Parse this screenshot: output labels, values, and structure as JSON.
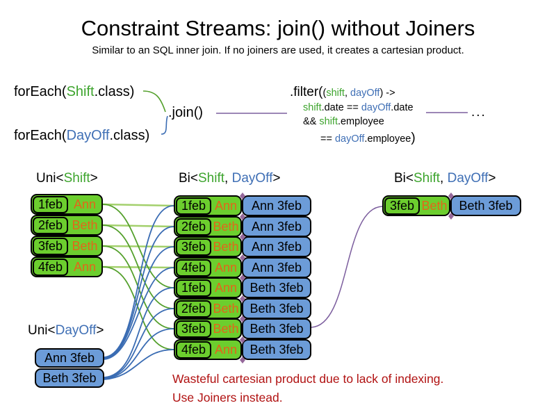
{
  "slide": {
    "title": "Constraint Streams: join() without Joiners",
    "subtitle": "Similar to an SQL inner join. If no joiners are used, it creates a cartesian product.",
    "note_line1": "Wasteful cartesian product due to lack of indexing.",
    "note_line2": "Use Joiners instead."
  },
  "code": {
    "foreach_shift": [
      "forEach(",
      "Shift",
      ".class)"
    ],
    "foreach_dayoff": [
      "forEach(",
      "DayOff",
      ".class)"
    ],
    "join": ".join()",
    "filter_line1": [
      ".filter(",
      "(",
      "shift",
      ", ",
      "dayOff",
      ") ->"
    ],
    "filter_line2": [
      "shift",
      ".date == ",
      "dayOff",
      ".date"
    ],
    "filter_line3": [
      "&& ",
      "shift",
      ".employee"
    ],
    "filter_line4": [
      "== ",
      "dayOff",
      ".employee",
      ")"
    ],
    "ellipsis": "..."
  },
  "labels": {
    "uni_shift": [
      "Uni<",
      "Shift",
      ">"
    ],
    "bi_mid": [
      "Bi<",
      "Shift",
      ", ",
      "DayOff",
      ">"
    ],
    "bi_right": [
      "Bi<",
      "Shift",
      ", ",
      "DayOff",
      ">"
    ],
    "uni_dayoff": [
      "Uni<",
      "DayOff",
      ">"
    ]
  },
  "diagram": {
    "shift_rows": [
      {
        "date": "1feb",
        "name": "Ann"
      },
      {
        "date": "2feb",
        "name": "Beth"
      },
      {
        "date": "3feb",
        "name": "Beth"
      },
      {
        "date": "4feb",
        "name": "Ann"
      }
    ],
    "pair_rows": [
      {
        "date": "1feb",
        "name": "Ann",
        "dayoff": "Ann 3feb"
      },
      {
        "date": "2feb",
        "name": "Beth",
        "dayoff": "Ann 3feb"
      },
      {
        "date": "3feb",
        "name": "Beth",
        "dayoff": "Ann 3feb"
      },
      {
        "date": "4feb",
        "name": "Ann",
        "dayoff": "Ann 3feb"
      },
      {
        "date": "1feb",
        "name": "Ann",
        "dayoff": "Beth 3feb"
      },
      {
        "date": "2feb",
        "name": "Beth",
        "dayoff": "Beth 3feb"
      },
      {
        "date": "3feb",
        "name": "Beth",
        "dayoff": "Beth 3feb"
      },
      {
        "date": "4feb",
        "name": "Ann",
        "dayoff": "Beth 3feb"
      }
    ],
    "dayoff_rows": [
      {
        "label": "Ann 3feb"
      },
      {
        "label": "Beth 3feb"
      }
    ],
    "result_row": {
      "date": "3feb",
      "name": "Beth",
      "dayoff": "Beth 3feb"
    },
    "connections": {
      "shift_to_pair_rows": [
        [
          1,
          5
        ],
        [
          2,
          6
        ],
        [
          3,
          7
        ],
        [
          4,
          8
        ]
      ],
      "dayoff_to_pair_rows": [
        [
          1,
          2,
          3,
          4
        ],
        [
          5,
          6,
          7,
          8
        ]
      ],
      "pair_row_to_result": [
        7
      ]
    }
  },
  "colors": {
    "shift_box_green": "#6cce2e",
    "dayoff_box_blue": "#6c9cd8",
    "shift_text_green": "#3da42d",
    "dayoff_text_blue": "#3f6fb5",
    "employee_orange": "#e2661a",
    "warning_red": "#b11212",
    "join_line_purple": "#7c5e9e",
    "shift_line_green": "#54a02c",
    "shift_line_pale_green": "#a3d06c",
    "dayoff_line_blue": "#3a6cb3"
  }
}
